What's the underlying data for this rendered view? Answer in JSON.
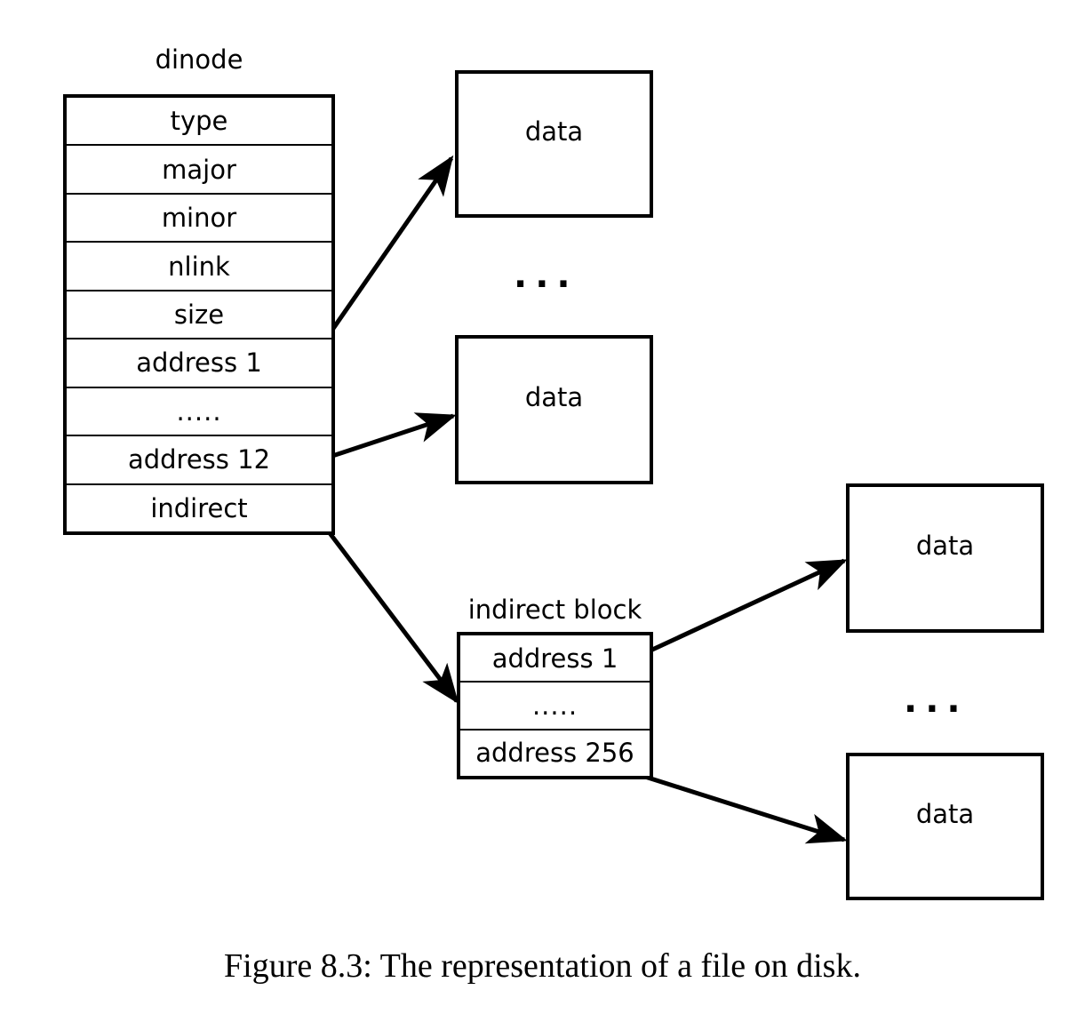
{
  "figure": {
    "caption": "Figure 8.3: The representation of a file on disk."
  },
  "dinode": {
    "title": "dinode",
    "rows": [
      {
        "label": "type"
      },
      {
        "label": "major"
      },
      {
        "label": "minor"
      },
      {
        "label": "nlink"
      },
      {
        "label": "size"
      },
      {
        "label": "address 1"
      },
      {
        "label": "....."
      },
      {
        "label": "address 12"
      },
      {
        "label": "indirect"
      }
    ]
  },
  "indirect_block": {
    "title": "indirect block",
    "rows": [
      {
        "label": "address 1"
      },
      {
        "label": "....."
      },
      {
        "label": "address 256"
      }
    ]
  },
  "data_blocks": [
    {
      "label": "data"
    },
    {
      "label": "data"
    },
    {
      "label": "data"
    },
    {
      "label": "data"
    }
  ],
  "ellipses": [
    {
      "text": "..."
    },
    {
      "text": "..."
    }
  ],
  "colors": {
    "stroke": "#000000",
    "fill": "#ffffff",
    "text": "#000000"
  }
}
